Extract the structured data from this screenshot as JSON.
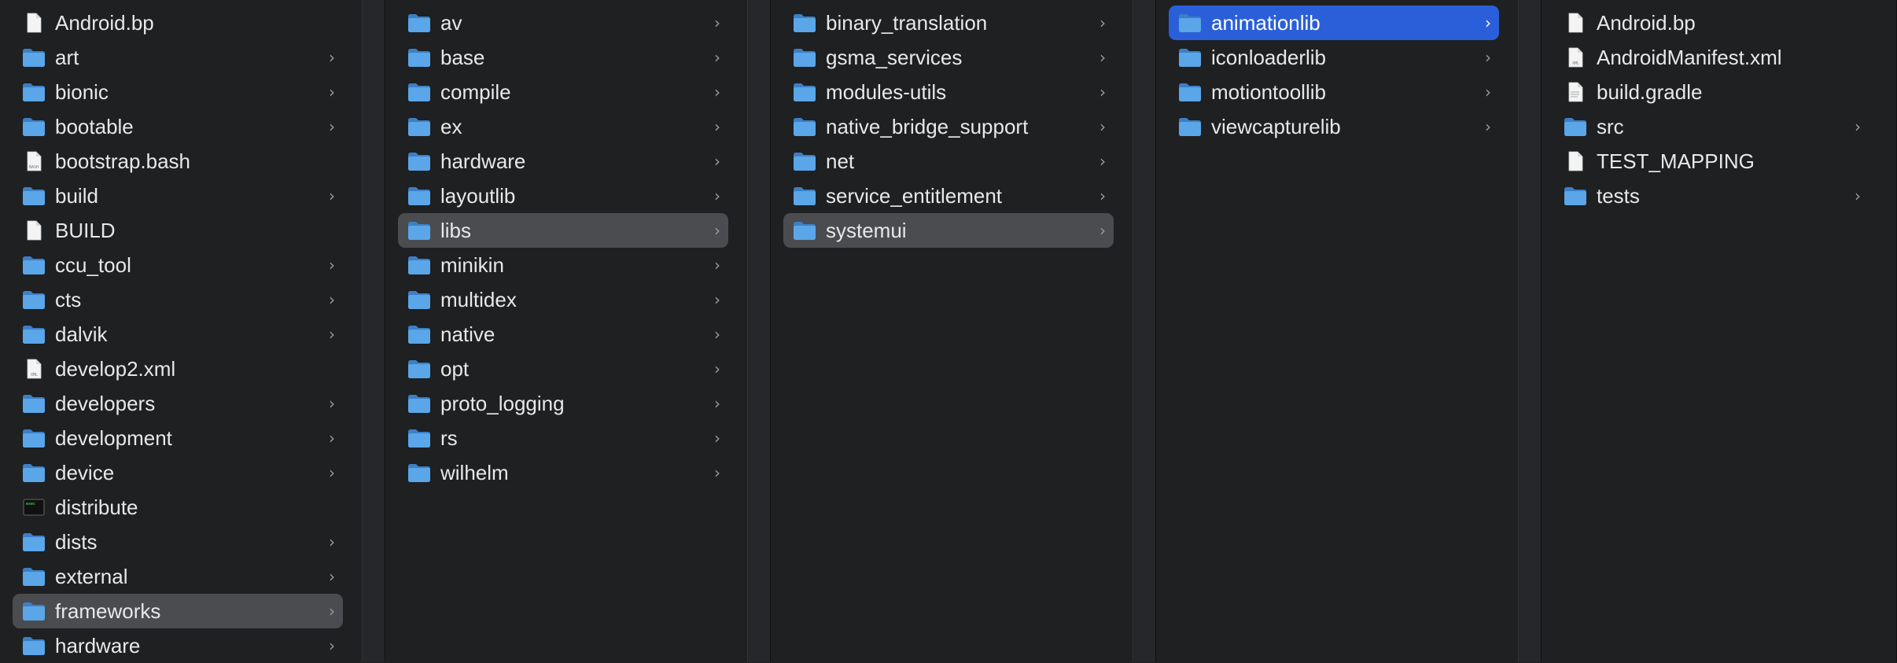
{
  "columns": [
    {
      "items": [
        {
          "name": "Android.bp",
          "type": "file",
          "selected": ""
        },
        {
          "name": "art",
          "type": "folder",
          "selected": ""
        },
        {
          "name": "bionic",
          "type": "folder",
          "selected": ""
        },
        {
          "name": "bootable",
          "type": "folder",
          "selected": ""
        },
        {
          "name": "bootstrap.bash",
          "type": "script",
          "selected": ""
        },
        {
          "name": "build",
          "type": "folder",
          "selected": ""
        },
        {
          "name": "BUILD",
          "type": "file",
          "selected": ""
        },
        {
          "name": "ccu_tool",
          "type": "folder",
          "selected": ""
        },
        {
          "name": "cts",
          "type": "folder",
          "selected": ""
        },
        {
          "name": "dalvik",
          "type": "folder",
          "selected": ""
        },
        {
          "name": "develop2.xml",
          "type": "xml",
          "selected": ""
        },
        {
          "name": "developers",
          "type": "folder",
          "selected": ""
        },
        {
          "name": "development",
          "type": "folder",
          "selected": ""
        },
        {
          "name": "device",
          "type": "folder",
          "selected": ""
        },
        {
          "name": "distribute",
          "type": "exec",
          "selected": ""
        },
        {
          "name": "dists",
          "type": "folder",
          "selected": ""
        },
        {
          "name": "external",
          "type": "folder",
          "selected": ""
        },
        {
          "name": "frameworks",
          "type": "folder",
          "selected": "gray"
        },
        {
          "name": "hardware",
          "type": "folder",
          "selected": ""
        }
      ]
    },
    {
      "items": [
        {
          "name": "av",
          "type": "folder",
          "selected": ""
        },
        {
          "name": "base",
          "type": "folder",
          "selected": ""
        },
        {
          "name": "compile",
          "type": "folder",
          "selected": ""
        },
        {
          "name": "ex",
          "type": "folder",
          "selected": ""
        },
        {
          "name": "hardware",
          "type": "folder",
          "selected": ""
        },
        {
          "name": "layoutlib",
          "type": "folder",
          "selected": ""
        },
        {
          "name": "libs",
          "type": "folder",
          "selected": "gray"
        },
        {
          "name": "minikin",
          "type": "folder",
          "selected": ""
        },
        {
          "name": "multidex",
          "type": "folder",
          "selected": ""
        },
        {
          "name": "native",
          "type": "folder",
          "selected": ""
        },
        {
          "name": "opt",
          "type": "folder",
          "selected": ""
        },
        {
          "name": "proto_logging",
          "type": "folder",
          "selected": ""
        },
        {
          "name": "rs",
          "type": "folder",
          "selected": ""
        },
        {
          "name": "wilhelm",
          "type": "folder",
          "selected": ""
        }
      ]
    },
    {
      "items": [
        {
          "name": "binary_translation",
          "type": "folder",
          "selected": ""
        },
        {
          "name": "gsma_services",
          "type": "folder",
          "selected": ""
        },
        {
          "name": "modules-utils",
          "type": "folder",
          "selected": ""
        },
        {
          "name": "native_bridge_support",
          "type": "folder",
          "selected": ""
        },
        {
          "name": "net",
          "type": "folder",
          "selected": ""
        },
        {
          "name": "service_entitlement",
          "type": "folder",
          "selected": ""
        },
        {
          "name": "systemui",
          "type": "folder",
          "selected": "gray"
        }
      ]
    },
    {
      "items": [
        {
          "name": "animationlib",
          "type": "folder",
          "selected": "blue"
        },
        {
          "name": "iconloaderlib",
          "type": "folder",
          "selected": ""
        },
        {
          "name": "motiontoollib",
          "type": "folder",
          "selected": ""
        },
        {
          "name": "viewcapturelib",
          "type": "folder",
          "selected": ""
        }
      ]
    },
    {
      "items": [
        {
          "name": "Android.bp",
          "type": "file",
          "selected": ""
        },
        {
          "name": "AndroidManifest.xml",
          "type": "xml",
          "selected": ""
        },
        {
          "name": "build.gradle",
          "type": "doc",
          "selected": ""
        },
        {
          "name": "src",
          "type": "folder",
          "selected": ""
        },
        {
          "name": "TEST_MAPPING",
          "type": "file",
          "selected": ""
        },
        {
          "name": "tests",
          "type": "folder",
          "selected": ""
        }
      ]
    }
  ],
  "chevron_glyph": "›",
  "colors": {
    "background": "#1e2022",
    "selection_active": "#2b5fd9",
    "selection_inactive": "#4a4c50",
    "folder": "#5aa6e8"
  }
}
